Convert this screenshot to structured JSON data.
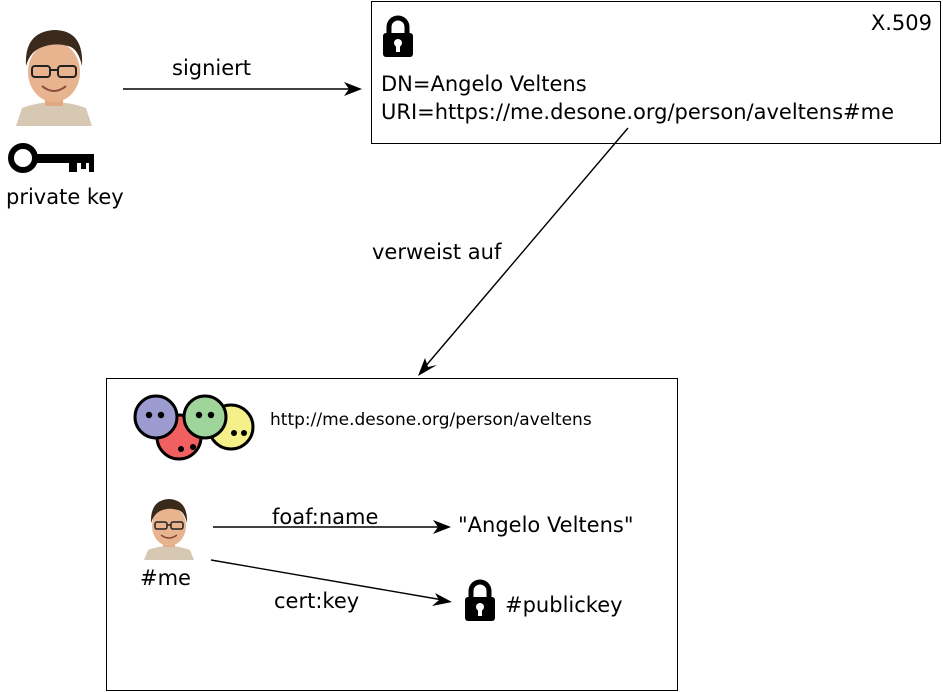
{
  "top_left": {
    "caption": "private key"
  },
  "arrow_top": {
    "label": "signiert"
  },
  "certificate": {
    "type_label": "X.509",
    "dn_line": "DN=Angelo Veltens",
    "uri_line": "URI=https://me.desone.org/person/aveltens#me"
  },
  "arrow_middle": {
    "label": "verweist auf"
  },
  "profile": {
    "url": "http://me.desone.org/person/aveltens",
    "subject_label": "#me",
    "name_predicate": "foaf:name",
    "name_value": "\"Angelo Veltens\"",
    "key_predicate": "cert:key",
    "key_value": "#publickey"
  },
  "colors": {
    "foaf_blue": "#9b9bd0",
    "foaf_red": "#f06060",
    "foaf_green": "#9fd49a",
    "foaf_yellow": "#f5f08a",
    "skin": "#e8b48f",
    "hair": "#3a2a1c"
  }
}
